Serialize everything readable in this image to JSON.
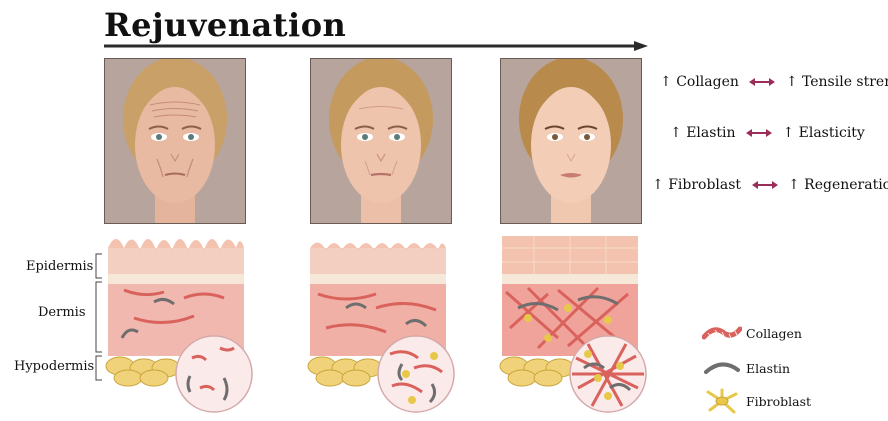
{
  "title": "Rejuvenation",
  "properties": [
    {
      "left": "Collagen",
      "right": "Tensile strength"
    },
    {
      "left": "Elastin",
      "right": "Elasticity"
    },
    {
      "left": "Fibroblast",
      "right": "Regeneration"
    }
  ],
  "up_symbol": "↑",
  "layers": [
    "Epidermis",
    "Dermis",
    "Hypodermis"
  ],
  "legend": [
    "Collagen",
    "Elastin",
    "Fibroblast"
  ],
  "colors": {
    "arrow": "#2b2b2b",
    "double_arrow": "#9b2d5a",
    "collagen": "#d9625c",
    "elastin": "#6e6e6e",
    "fibroblast": "#e8c84a",
    "fat": "#f0d27a",
    "skin": "#f4c6b8"
  }
}
